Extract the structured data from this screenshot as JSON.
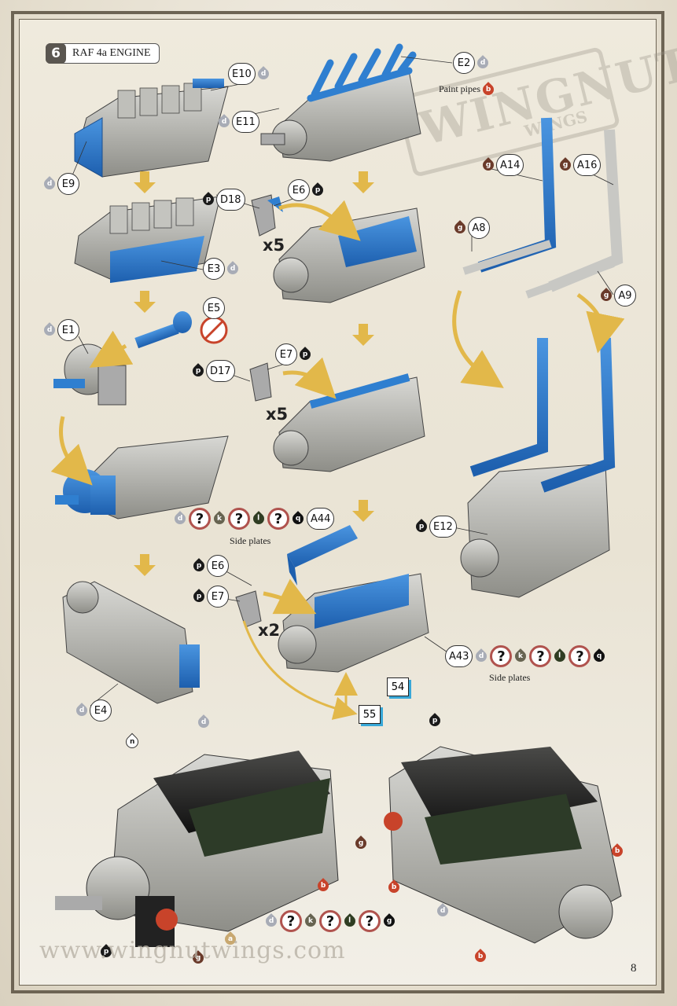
{
  "step": {
    "number": "6",
    "title": "RAF 4a ENGINE"
  },
  "watermark": {
    "brand": "WINGNUT",
    "sub": "WINGS"
  },
  "footer": {
    "url": "www.wingnutwings.com",
    "page_number": "8"
  },
  "parts": {
    "E10": "E10",
    "E11": "E11",
    "E9": "E9",
    "E2": "E2",
    "E3": "E3",
    "E1": "E1",
    "E5": "E5",
    "D18": "D18",
    "E6": "E6",
    "D17": "D17",
    "E7": "E7",
    "A44": "A44",
    "A43": "A43",
    "E4": "E4",
    "A14": "A14",
    "A16": "A16",
    "A8": "A8",
    "A9": "A9",
    "E12": "E12",
    "E6b": "E6",
    "E7b": "E7"
  },
  "paints": {
    "d": "d",
    "p": "p",
    "g": "g",
    "b": "b",
    "k": "k",
    "l": "l",
    "q": "q",
    "a": "a",
    "n": "n"
  },
  "captions": {
    "paint_pipes": "Paint pipes",
    "side_plates": "Side plates",
    "side_plates_2": "Side plates"
  },
  "multipliers": {
    "x5a": "x5",
    "x5b": "x5",
    "x2": "x2"
  },
  "page_refs": {
    "r54": "54",
    "r55": "55"
  },
  "colors": {
    "blue_highlight": "#2f7fd0",
    "frame": "#6d6454",
    "arrow": "#e2b84a",
    "ref_shadow": "#38a8d8"
  }
}
